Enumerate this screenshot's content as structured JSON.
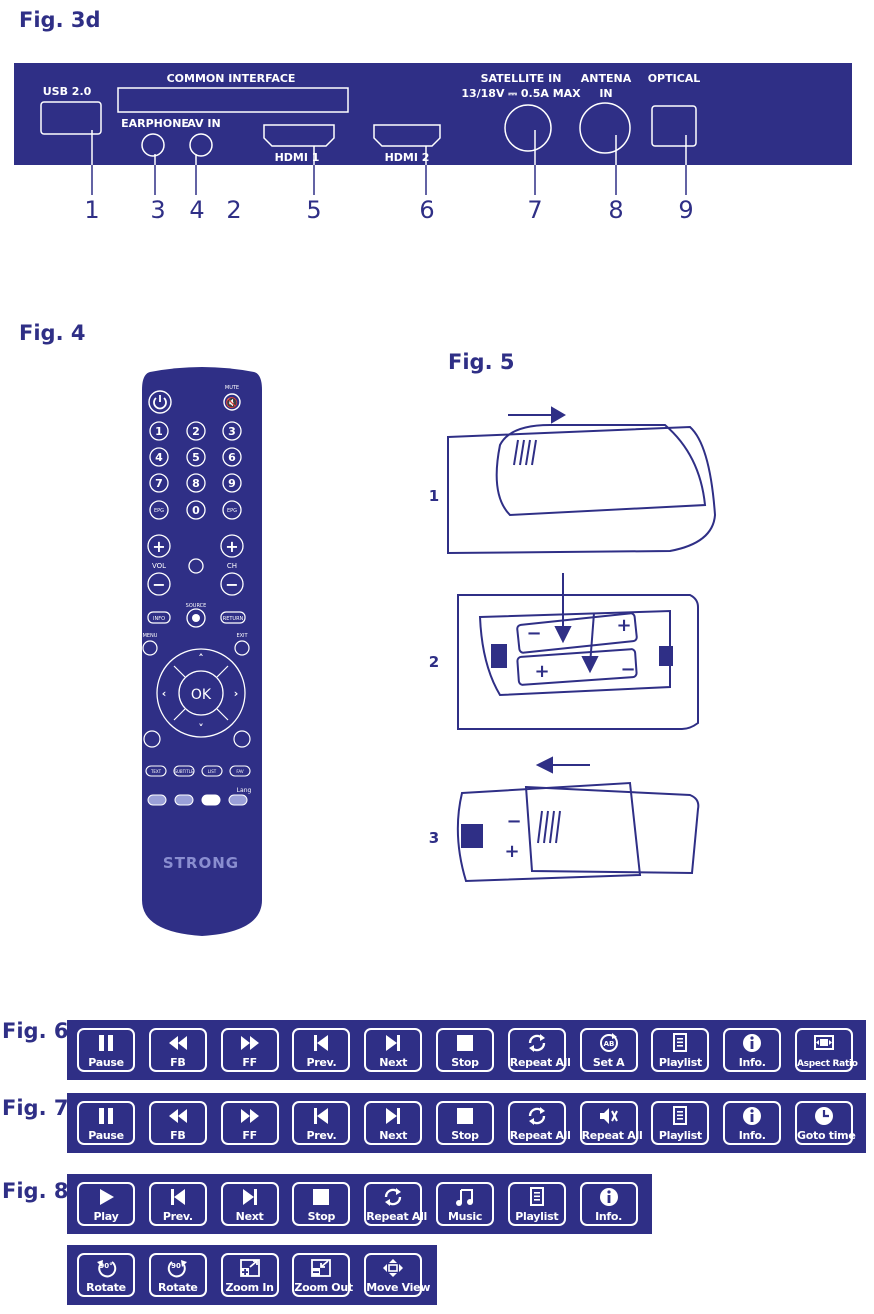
{
  "colors": {
    "brand": "#2f2f86",
    "bg": "#ffffff"
  },
  "fig3d": {
    "title": "Fig. 3d",
    "labels": {
      "usb": "USB 2.0",
      "common_interface": "COMMON INTERFACE",
      "earphone": "EARPHONE",
      "av_in": "AV IN",
      "hdmi1": "HDMI 1",
      "hdmi2": "HDMI 2",
      "satellite_in": "SATELLITE IN",
      "satellite_spec": "13/18V ⎓ 0.5A MAX",
      "antena": "ANTENA",
      "antena_in": "IN",
      "optical": "OPTICAL"
    },
    "callouts": [
      "1",
      "3",
      "4",
      "2",
      "5",
      "6",
      "7",
      "8",
      "9"
    ]
  },
  "fig4": {
    "title": "Fig. 4",
    "remote": {
      "mute": "MUTE",
      "digits": [
        "1",
        "2",
        "3",
        "4",
        "5",
        "6",
        "7",
        "8",
        "9",
        "0"
      ],
      "epg": "EPG",
      "vol": "VOL",
      "ch": "CH",
      "info": "INFO",
      "source": "SOURCE",
      "return": "RETURN",
      "menu": "MENU",
      "exit": "EXIT",
      "ok": "OK",
      "text": "TEXT",
      "subtitle": "SUBTITLE",
      "list": "LIST",
      "fav": "FAV",
      "lang": "Lang",
      "brand": "STRONG"
    }
  },
  "fig5": {
    "title": "Fig. 5",
    "steps": [
      "1",
      "2",
      "3"
    ]
  },
  "fig6": {
    "title": "Fig. 6",
    "buttons": [
      {
        "label": "Pause",
        "icon": "pause-icon"
      },
      {
        "label": "FB",
        "icon": "fast-backward-icon"
      },
      {
        "label": "FF",
        "icon": "fast-forward-icon"
      },
      {
        "label": "Prev.",
        "icon": "previous-icon"
      },
      {
        "label": "Next",
        "icon": "next-icon"
      },
      {
        "label": "Stop",
        "icon": "stop-icon"
      },
      {
        "label": "Repeat All",
        "icon": "repeat-icon"
      },
      {
        "label": "Set A",
        "icon": "set-ab-icon"
      },
      {
        "label": "Playlist",
        "icon": "playlist-icon"
      },
      {
        "label": "Info.",
        "icon": "info-icon"
      },
      {
        "label": "Aspect Ratio",
        "icon": "aspect-ratio-icon"
      }
    ]
  },
  "fig7": {
    "title": "Fig. 7",
    "buttons": [
      {
        "label": "Pause",
        "icon": "pause-icon"
      },
      {
        "label": "FB",
        "icon": "fast-backward-icon"
      },
      {
        "label": "FF",
        "icon": "fast-forward-icon"
      },
      {
        "label": "Prev.",
        "icon": "previous-icon"
      },
      {
        "label": "Next",
        "icon": "next-icon"
      },
      {
        "label": "Stop",
        "icon": "stop-icon"
      },
      {
        "label": "Repeat All",
        "icon": "repeat-icon"
      },
      {
        "label": "Repeat All",
        "icon": "mute-speaker-icon"
      },
      {
        "label": "Playlist",
        "icon": "playlist-icon"
      },
      {
        "label": "Info.",
        "icon": "info-icon"
      },
      {
        "label": "Goto time",
        "icon": "clock-icon"
      }
    ]
  },
  "fig8": {
    "title": "Fig. 8",
    "buttons": [
      {
        "label": "Play",
        "icon": "play-icon"
      },
      {
        "label": "Prev.",
        "icon": "previous-icon"
      },
      {
        "label": "Next",
        "icon": "next-icon"
      },
      {
        "label": "Stop",
        "icon": "stop-icon"
      },
      {
        "label": "Repeat All",
        "icon": "repeat-icon"
      },
      {
        "label": "Music",
        "icon": "music-icon"
      },
      {
        "label": "Playlist",
        "icon": "playlist-icon"
      },
      {
        "label": "Info.",
        "icon": "info-icon"
      }
    ],
    "buttons2": [
      {
        "label": "Rotate",
        "icon": "rotate-left-icon",
        "badge": "90°"
      },
      {
        "label": "Rotate",
        "icon": "rotate-right-icon",
        "badge": "90°"
      },
      {
        "label": "Zoom In",
        "icon": "zoom-in-icon"
      },
      {
        "label": "Zoom Out",
        "icon": "zoom-out-icon"
      },
      {
        "label": "Move View",
        "icon": "move-view-icon"
      }
    ]
  }
}
